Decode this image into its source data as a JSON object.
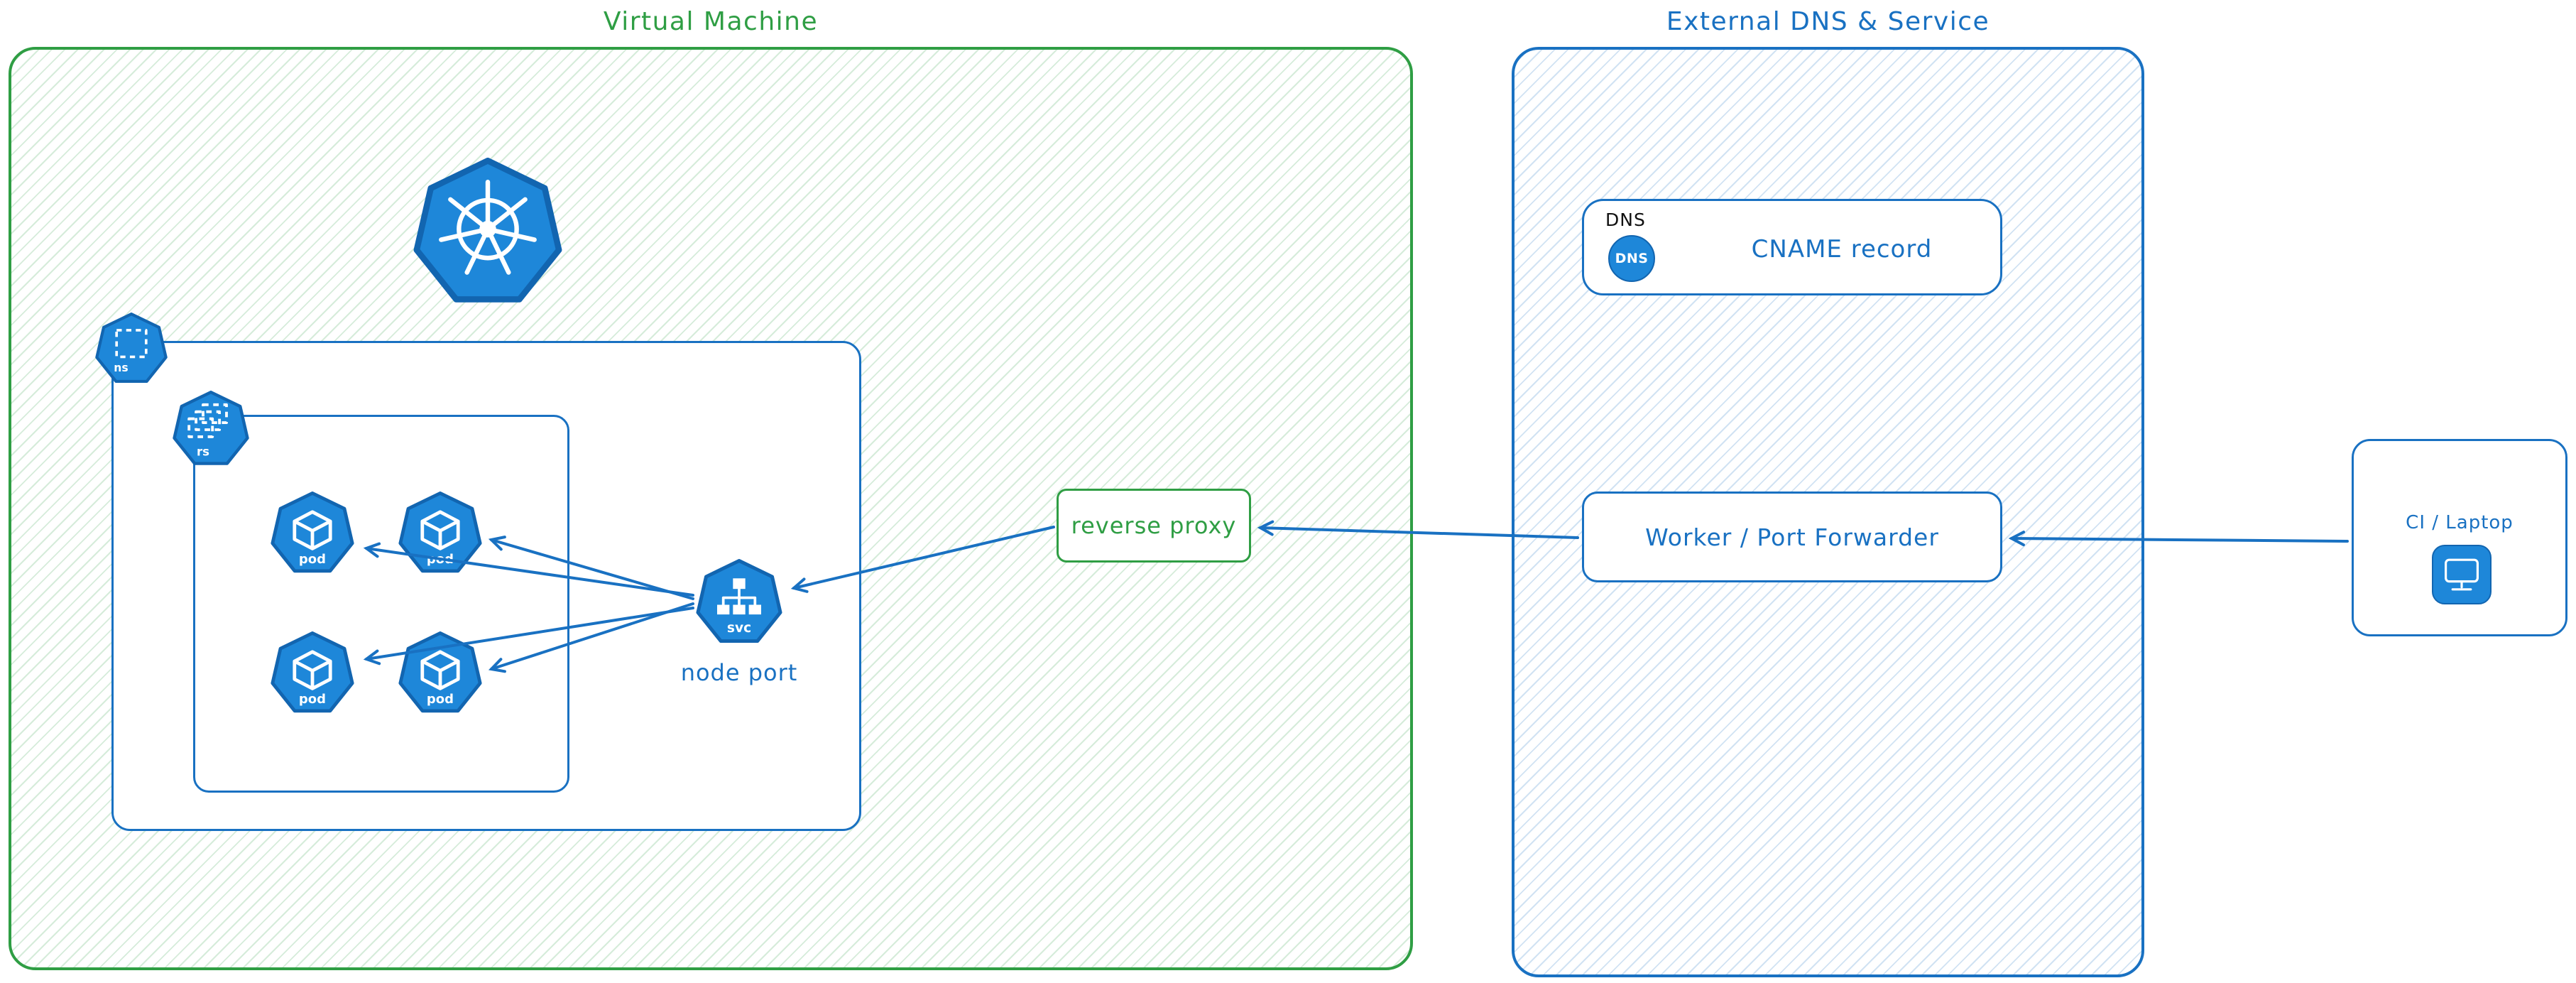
{
  "colors": {
    "green": "#2f9e44",
    "blue": "#1971c2",
    "icon_blue": "#1e87d9"
  },
  "vm": {
    "title": "Virtual Machine",
    "cluster": {
      "ns_label": "ns",
      "rs_label": "rs",
      "pod_label": "pod",
      "svc_label": "svc",
      "node_port_label": "node port"
    },
    "reverse_proxy_label": "reverse proxy"
  },
  "external": {
    "title": "External DNS & Service",
    "dns_card": {
      "tag": "DNS",
      "icon_text": "DNS",
      "label": "CNAME record"
    },
    "worker_label": "Worker / Port Forwarder"
  },
  "client": {
    "label": "CI / Laptop"
  }
}
